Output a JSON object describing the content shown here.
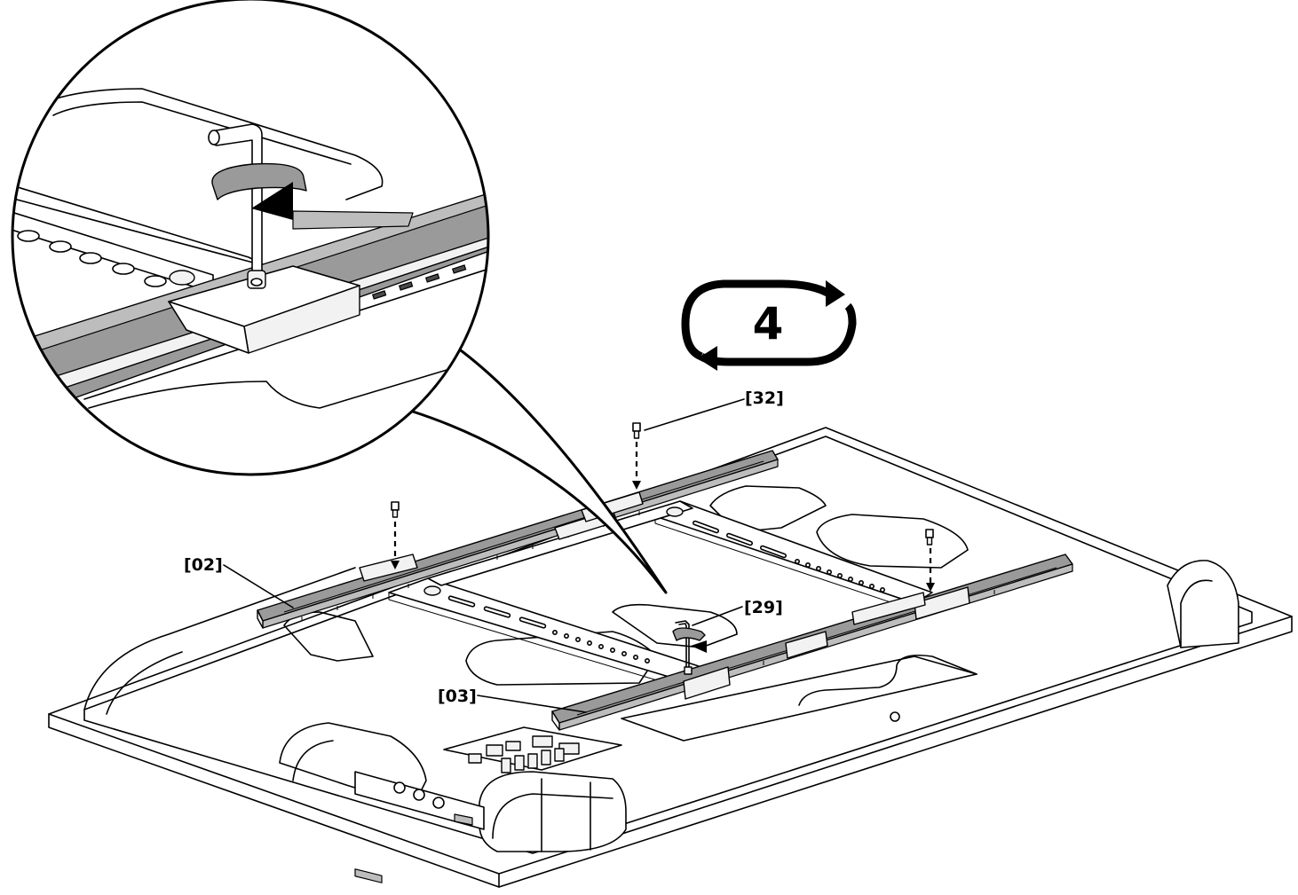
{
  "step": {
    "number": "4"
  },
  "callouts": {
    "rail_top": "[02]",
    "rail_bottom": "[03]",
    "hex_key": "[29]",
    "screw": "[32]"
  },
  "colors": {
    "line": "#000000",
    "rail_fill": "#9a9a9a",
    "background": "#ffffff"
  },
  "icons": {
    "step_badge": "rotate-cycle-icon",
    "rotation": "clockwise-arrow-icon",
    "tool": "hex-key-icon",
    "fastener": "screw-icon"
  }
}
